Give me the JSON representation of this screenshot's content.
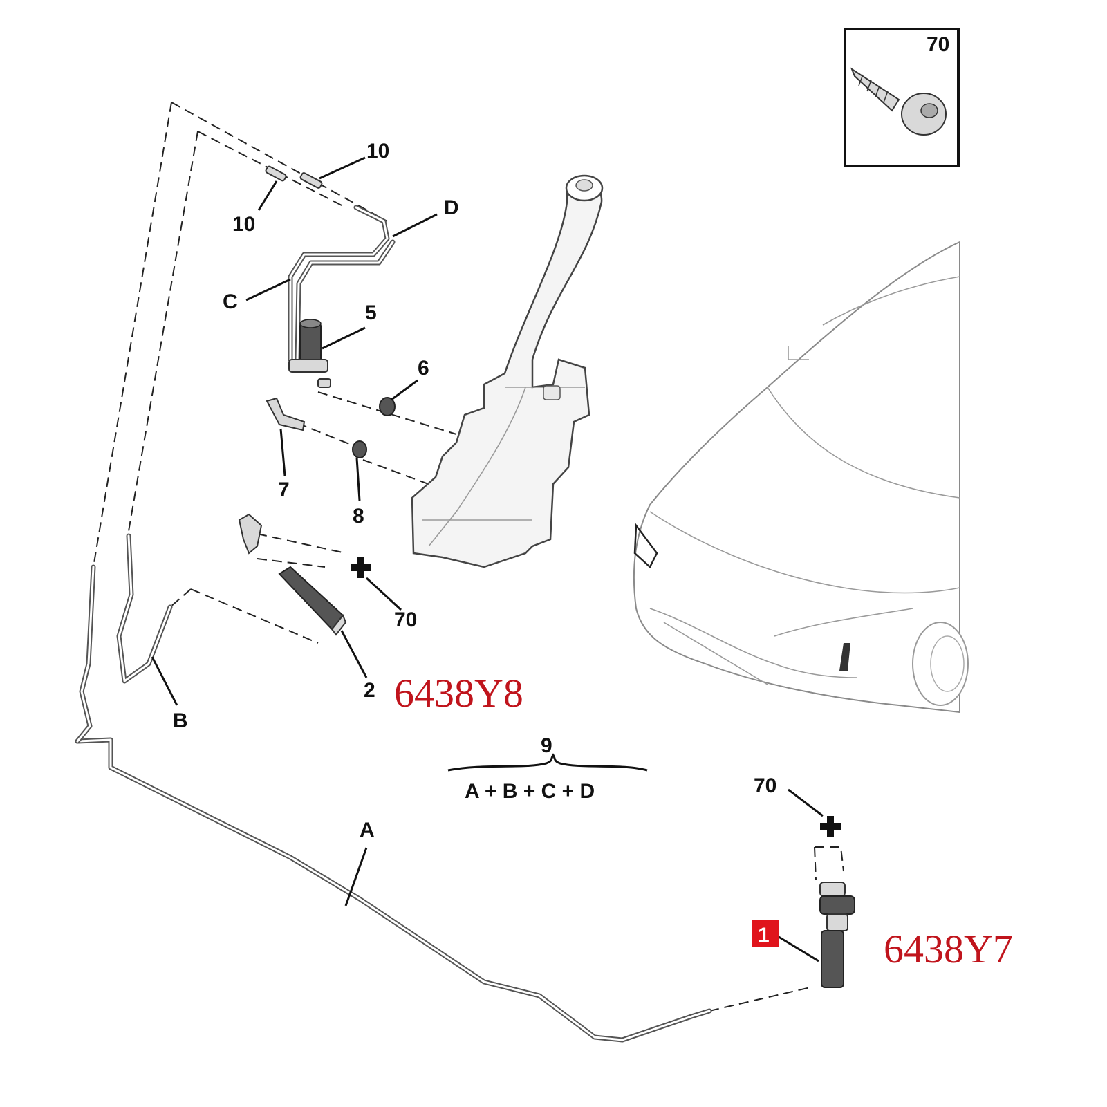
{
  "callouts": {
    "c10_top": "10",
    "c10_left": "10",
    "cD": "D",
    "cC": "C",
    "c5": "5",
    "c6": "6",
    "c7": "7",
    "c8": "8",
    "c70_mid": "70",
    "c2": "2",
    "cB": "B",
    "cA": "A",
    "c9": "9",
    "c70_right": "70",
    "c1": "1"
  },
  "formula": "A + B + C + D",
  "inset": {
    "label": "70"
  },
  "part_codes": {
    "upper": "6438Y8",
    "lower": "6438Y7"
  },
  "colors": {
    "code_red": "#c0141c",
    "highlight_box": "#e0141c",
    "line": "#111111"
  },
  "icons": [
    "screw-icon",
    "clip-cross-icon"
  ]
}
